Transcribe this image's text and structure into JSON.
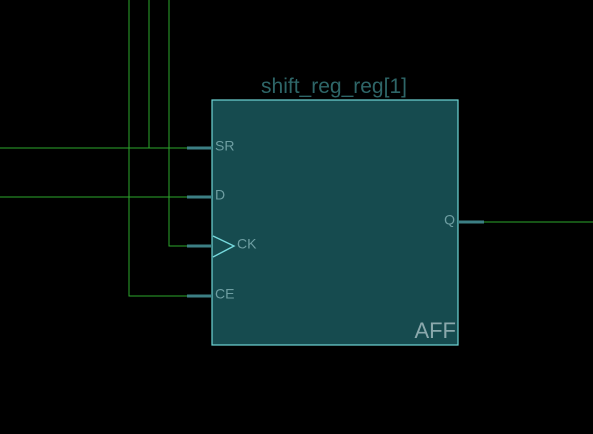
{
  "cell": {
    "instance_name": "shift_reg_reg[1]",
    "type_label": "AFF",
    "pins": {
      "sr": "SR",
      "d": "D",
      "ck": "CK",
      "ce": "CE",
      "q": "Q"
    }
  },
  "colors": {
    "background": "#000000",
    "cell_fill": "#164B4F",
    "cell_border": "#6FD6D6",
    "wire": "#2CA82C",
    "pin_stub": "#3C7F84",
    "pin_text": "#6E9EA2",
    "title_text": "#2E6668",
    "type_text": "#8AA8AC",
    "clock_triangle": "#76D8DC"
  }
}
